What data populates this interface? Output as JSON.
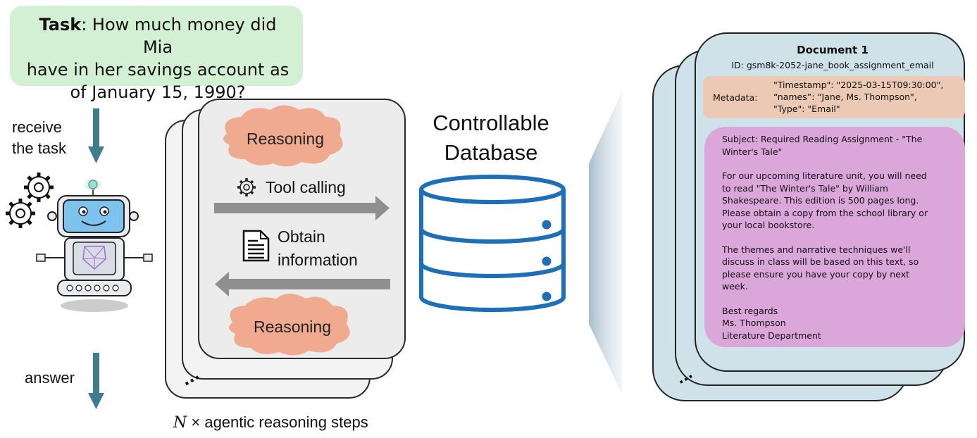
{
  "task": {
    "label": "Task",
    "line1": "How much money did Mia",
    "line2": "have in her savings account as",
    "line3": "of January 15, 1990?"
  },
  "flow": {
    "receive_line1": "receive",
    "receive_line2": "the task",
    "answer": "answer"
  },
  "reasoning_panel": {
    "reasoning_top": "Reasoning",
    "tool_calling": "Tool calling",
    "obtain_line1": "Obtain",
    "obtain_line2": "information",
    "reasoning_bottom": "Reasoning",
    "ellipsis": "...",
    "steps_prefix": "N",
    "steps_suffix": "× agentic reasoning steps"
  },
  "database": {
    "title_line1": "Controllable",
    "title_line2": "Database"
  },
  "document": {
    "title": "Document 1",
    "id": "ID: gsm8k-2052-jane_book_assignment_email",
    "metadata_label": "Metadata:",
    "metadata_line1": "\"Timestamp\": \"2025-03-15T09:30:00\",",
    "metadata_line2": "“names”: “Jane, Ms. Thompson\",",
    "metadata_line3": "\"Type\": \"Email\"",
    "body_lines": [
      "Subject: Required Reading Assignment - \"The",
      "Winter's Tale\"",
      "",
      "For our upcoming literature unit, you will need",
      "to read \"The Winter's Tale\" by William",
      "Shakespeare. This edition is 500 pages long.",
      "Please obtain a copy from the school library or",
      "your local bookstore.",
      "",
      "The themes and narrative techniques we'll",
      "discuss in class will be based on this text, so",
      "please ensure you have your copy by next",
      "week.",
      "",
      "Best regards",
      "Ms. Thompson",
      "Literature Department"
    ],
    "ellipsis": "..."
  },
  "colors": {
    "task_bg": "#d4f0d4",
    "flow_arrow": "#3e7d8e",
    "reasoning_cloud": "#f0aa90",
    "panel_arrow": "#8f8f8f",
    "database_stroke": "#1d6fb8",
    "document_bg": "#cfe2ea",
    "metadata_bg": "#ebc9b4",
    "body_bg": "#dba6d9"
  }
}
